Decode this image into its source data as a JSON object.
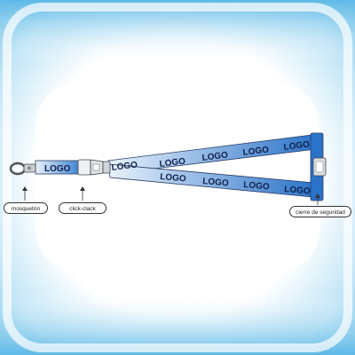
{
  "labels": {
    "carabiner": "mosquetón",
    "buckle": "click-clack",
    "safety": "cierre de seguridad"
  },
  "logo_text": "LOGO",
  "colors": {
    "strap_light": "#e9f2fb",
    "strap_dark": "#2b73c9",
    "background_accent": "#4fb4e4",
    "logo": "#10204a"
  },
  "icons": [
    "carabiner-icon",
    "buckle-icon",
    "safety-clip-icon"
  ]
}
